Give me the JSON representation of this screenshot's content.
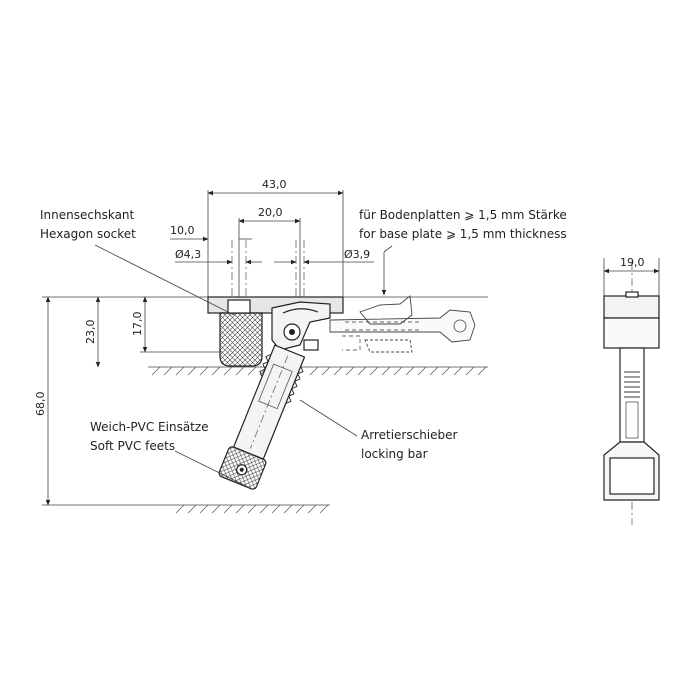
{
  "labels": {
    "hex_de": "Innensechskant",
    "hex_en": "Hexagon socket",
    "base_de": "für Bodenplatten ⩾ 1,5 mm Stärke",
    "base_en": "for base plate ⩾ 1,5 mm thickness",
    "pvc_de": "Weich-PVC Einsätze",
    "pvc_en": "Soft PVC feets",
    "lock_de": "Arretierschieber",
    "lock_en": "locking bar"
  },
  "dimensions": {
    "overall_width": "43,0",
    "hole_spacing": "20,0",
    "hole_offset": "10,0",
    "hole_dia_left": "Ø4,3",
    "hole_dia_right": "Ø3,9",
    "height_17": "17,0",
    "height_23": "23,0",
    "height_68": "68,0",
    "side_width": "19,0"
  },
  "colors": {
    "line": "#222222",
    "hatch": "#444444",
    "body_fill": "#eeeeee"
  }
}
